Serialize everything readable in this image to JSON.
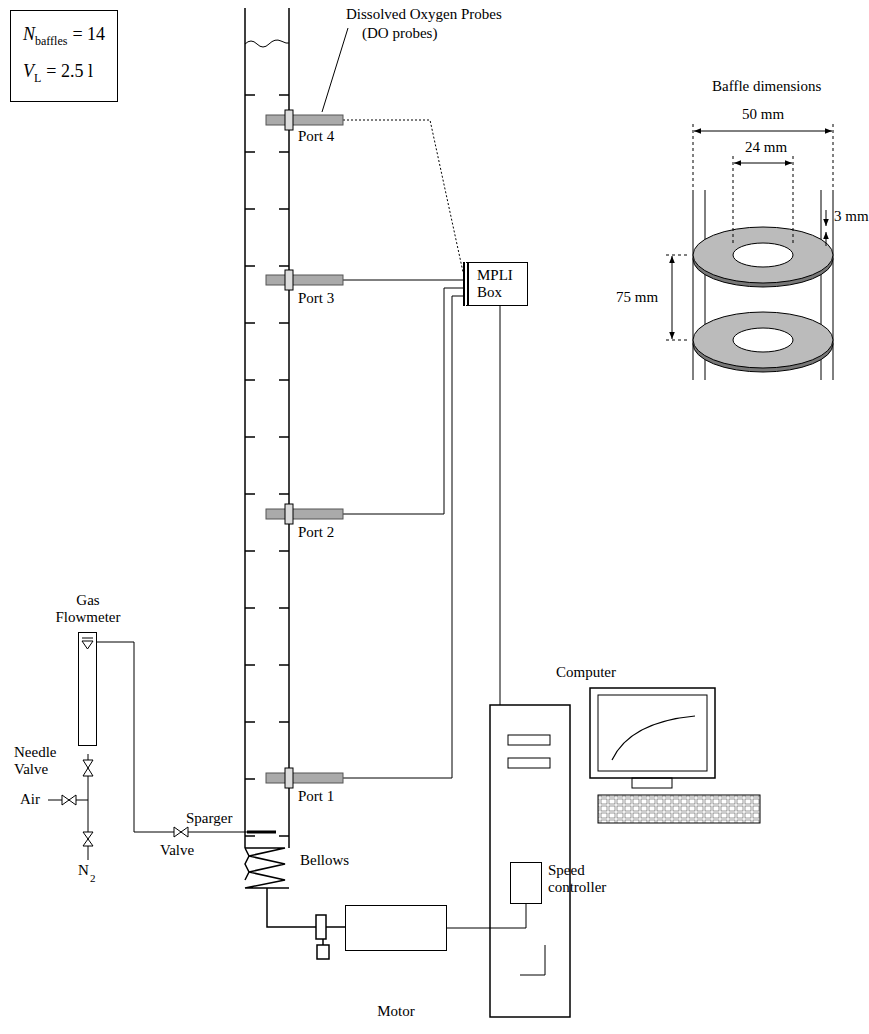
{
  "diagram": {
    "nodes": [
      {
        "text": [
          "N",
          "baffles",
          "= 14",
          "V",
          "L",
          "= 2.5 l"
        ]
      },
      {
        "text": [
          "MPLI Box"
        ]
      },
      {
        "text": [
          "Gas Flowmeter"
        ]
      },
      {
        "text": [
          "Motor"
        ]
      },
      {
        "text": [
          "Speed controller"
        ]
      }
    ],
    "edges": [
      {
        "from": 3,
        "to": 4,
        "arrow": "none"
      }
    ],
    "labels": [
      "Dissolved Oxygen Probes",
      "(DO probes)",
      "Port 4",
      "Port 3",
      "Port 2",
      "Port 1",
      "Baffle dimensions",
      "50 mm",
      "24 mm",
      "3 mm",
      "75 mm",
      "Computer",
      "Needle Valve",
      "Air",
      "N",
      "2",
      "Valve",
      "Sparger",
      "Bellows"
    ]
  }
}
